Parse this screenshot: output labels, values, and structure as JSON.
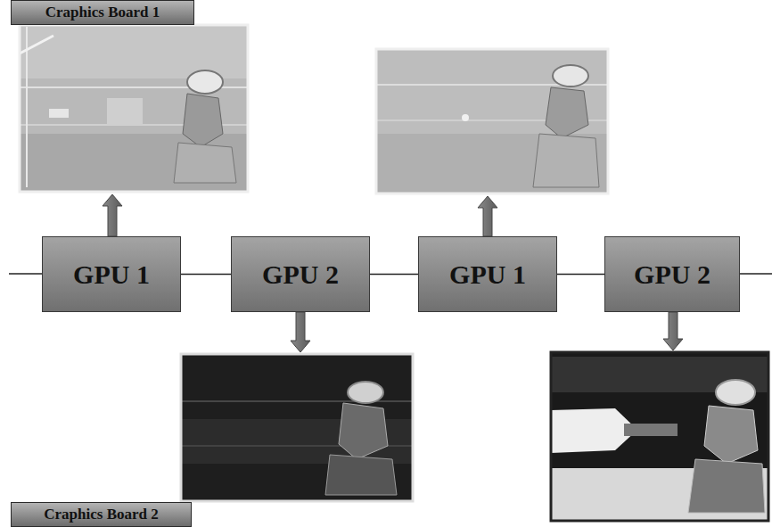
{
  "diagram": {
    "nodes": [
      {
        "text": [
          "Craphics Board 1"
        ]
      },
      {
        "text": [
          "GPU 1"
        ]
      },
      {
        "text": [
          "GPU 2"
        ]
      },
      {
        "text": [
          "GPU 1"
        ]
      },
      {
        "text": [
          "GPU 2"
        ]
      },
      {
        "text": [
          "Craphics Board 2"
        ]
      }
    ],
    "edges": [
      {
        "from": 1,
        "to": 2,
        "arrow": "none"
      },
      {
        "from": 2,
        "to": 3,
        "arrow": "none"
      },
      {
        "from": 3,
        "to": 4,
        "arrow": "none"
      }
    ]
  }
}
